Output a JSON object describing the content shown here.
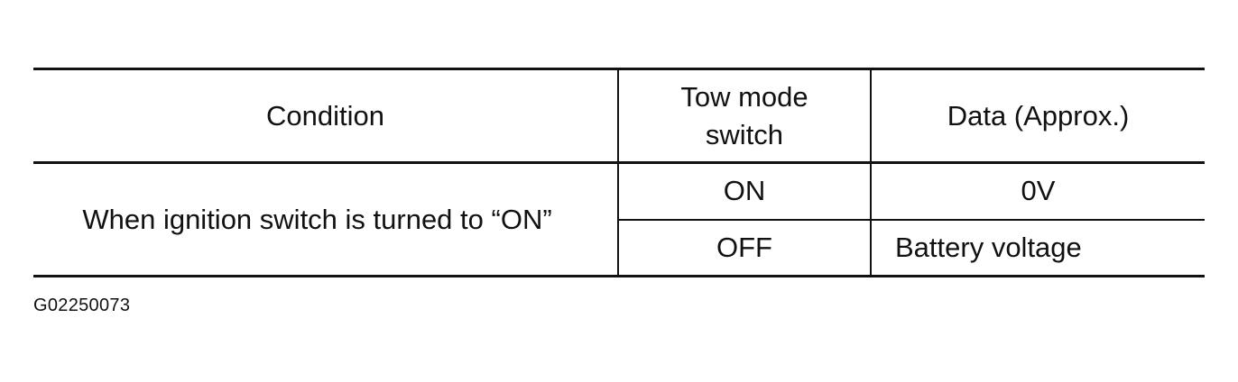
{
  "table": {
    "headers": {
      "condition": "Condition",
      "tow_mode_switch_line1": "Tow mode",
      "tow_mode_switch_line2": "switch",
      "data": "Data (Approx.)"
    },
    "condition": "When ignition switch is turned to “ON”",
    "rows": [
      {
        "tow_mode_switch": "ON",
        "data": "0V"
      },
      {
        "tow_mode_switch": "OFF",
        "data": "Battery voltage"
      }
    ]
  },
  "figure_code": "G02250073"
}
